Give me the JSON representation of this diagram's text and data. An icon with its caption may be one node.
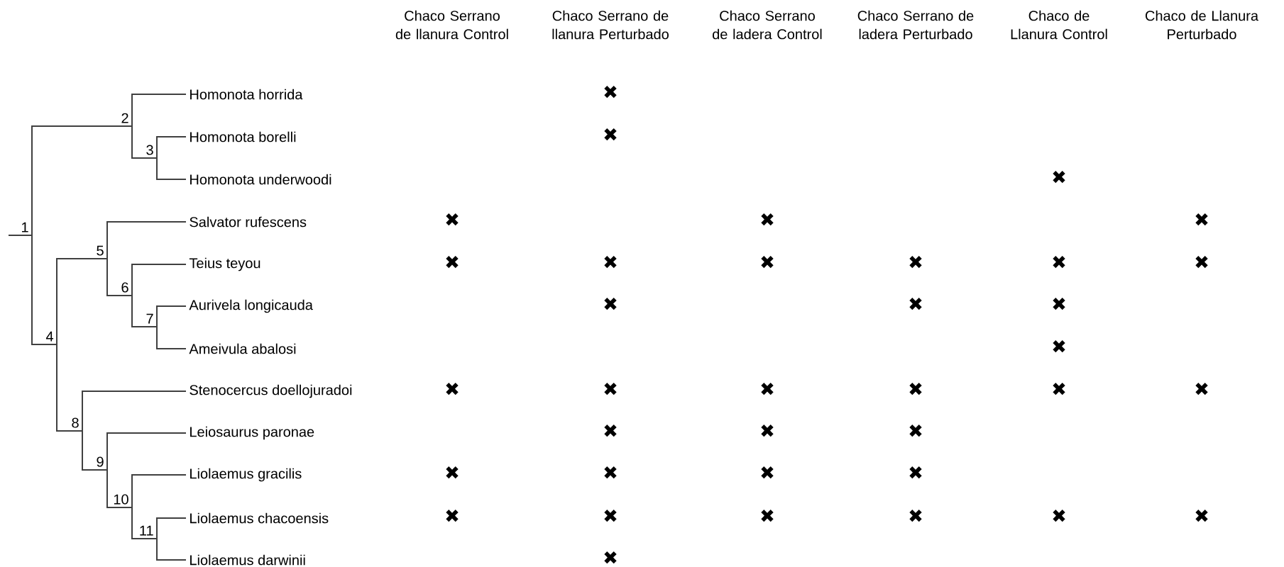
{
  "diagram": {
    "nodes": [
      {
        "text": [
          "1"
        ]
      },
      {
        "text": [
          "2"
        ]
      },
      {
        "text": [
          "3"
        ]
      },
      {
        "text": [
          "4"
        ]
      },
      {
        "text": [
          "5"
        ]
      },
      {
        "text": [
          "6"
        ]
      },
      {
        "text": [
          "7"
        ]
      },
      {
        "text": [
          "8"
        ]
      },
      {
        "text": [
          "9"
        ]
      },
      {
        "text": [
          "10"
        ]
      },
      {
        "text": [
          "11"
        ]
      },
      {
        "text": [
          "Homonota horrida"
        ]
      },
      {
        "text": [
          "Homonota borelli"
        ]
      },
      {
        "text": [
          "Homonota underwoodi"
        ]
      },
      {
        "text": [
          "Salvator rufescens"
        ]
      },
      {
        "text": [
          "Teius teyou"
        ]
      },
      {
        "text": [
          "Aurivela longicauda"
        ]
      },
      {
        "text": [
          "Ameivula abalosi"
        ]
      },
      {
        "text": [
          "Stenocercus doellojuradoi"
        ]
      },
      {
        "text": [
          "Leiosaurus paronae"
        ]
      },
      {
        "text": [
          "Liolaemus gracilis"
        ]
      },
      {
        "text": [
          "Liolaemus chacoensis"
        ]
      },
      {
        "text": [
          "Liolaemus darwinii"
        ]
      }
    ],
    "edges": [
      {
        "from": null,
        "to": 0,
        "arrow": "none"
      },
      {
        "from": 0,
        "to": 1,
        "arrow": "none"
      },
      {
        "from": 0,
        "to": 3,
        "arrow": "none"
      },
      {
        "from": 1,
        "to": 11,
        "arrow": "none"
      },
      {
        "from": 1,
        "to": 2,
        "arrow": "none"
      },
      {
        "from": 2,
        "to": 12,
        "arrow": "none"
      },
      {
        "from": 2,
        "to": 13,
        "arrow": "none"
      },
      {
        "from": 3,
        "to": 4,
        "arrow": "none"
      },
      {
        "from": 3,
        "to": 7,
        "arrow": "none"
      },
      {
        "from": 4,
        "to": 14,
        "arrow": "none"
      },
      {
        "from": 4,
        "to": 5,
        "arrow": "none"
      },
      {
        "from": 5,
        "to": 15,
        "arrow": "none"
      },
      {
        "from": 5,
        "to": 6,
        "arrow": "none"
      },
      {
        "from": 6,
        "to": 16,
        "arrow": "none"
      },
      {
        "from": 6,
        "to": 17,
        "arrow": "none"
      },
      {
        "from": 7,
        "to": 18,
        "arrow": "none"
      },
      {
        "from": 7,
        "to": 8,
        "arrow": "none"
      },
      {
        "from": 8,
        "to": 19,
        "arrow": "none"
      },
      {
        "from": 8,
        "to": 9,
        "arrow": "none"
      },
      {
        "from": 9,
        "to": 20,
        "arrow": "none"
      },
      {
        "from": 9,
        "to": 10,
        "arrow": "none"
      },
      {
        "from": 10,
        "to": 21,
        "arrow": "none"
      },
      {
        "from": 10,
        "to": 22,
        "arrow": "none"
      }
    ],
    "labels": [
      "Chaco Serrano de llanura Control",
      "Chaco Serrano de llanura Perturbado",
      "Chaco Serrano de ladera Control",
      "Chaco Serrano de ladera Perturbado",
      "Chaco de Llanura Control",
      "Chaco de Llanura Perturbado",
      "✖",
      "✖",
      "✖",
      "✖",
      "✖",
      "✖",
      "✖",
      "✖",
      "✖",
      "✖",
      "✖",
      "✖",
      "✖",
      "✖",
      "✖",
      "✖",
      "✖",
      "✖",
      "✖",
      "✖",
      "✖",
      "✖",
      "✖",
      "✖",
      "✖",
      "✖",
      "✖",
      "✖",
      "✖",
      "✖",
      "✖",
      "✖",
      "✖",
      "✖",
      "✖",
      "✖"
    ]
  }
}
